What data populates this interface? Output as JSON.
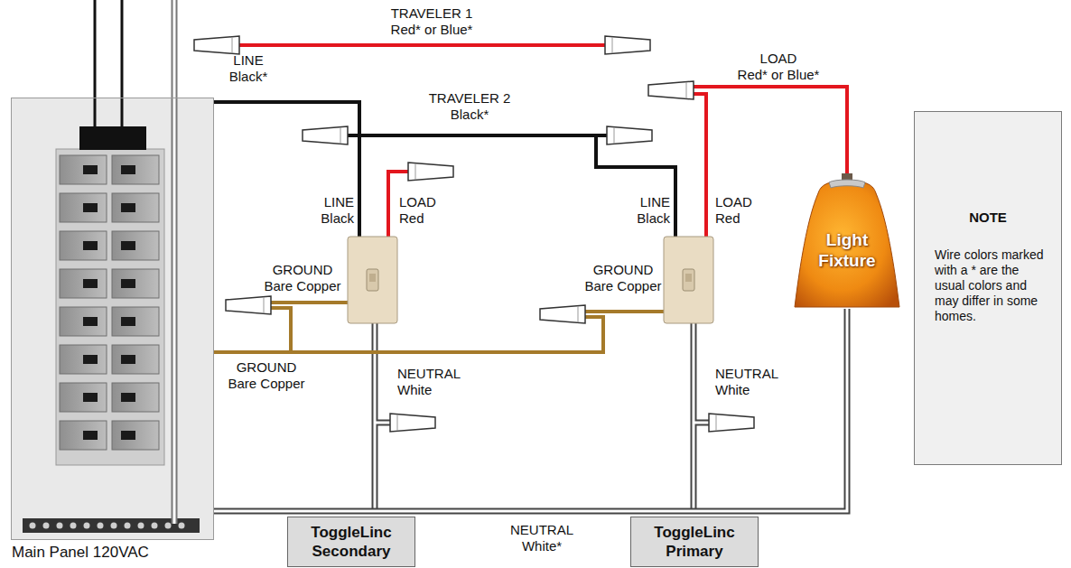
{
  "diagram": {
    "nodes": [
      {
        "text": [
          "Main Panel 120VAC"
        ]
      },
      {
        "text": [
          "Light Fixture"
        ]
      },
      {
        "text": [
          "NOTE",
          "Wire colors marked with a * are the usual colors and may differ in some homes."
        ]
      },
      {
        "text": [
          "ToggleLinc Secondary"
        ]
      },
      {
        "text": [
          "ToggleLinc Primary"
        ]
      }
    ],
    "edges": [
      {
        "from": 0,
        "to": 1,
        "arrow": "none"
      }
    ],
    "labels": [
      "TRAVELER 1 Red* or Blue*",
      "LINE Black*",
      "TRAVELER 2 Black*",
      "LOAD Red* or Blue*",
      "LINE Black",
      "LOAD Red",
      "GROUND Bare Copper",
      "GROUND Bare Copper",
      "NEUTRAL White",
      "LINE Black",
      "LOAD Red",
      "GROUND Bare Copper",
      "NEUTRAL White",
      "NEUTRAL White*"
    ]
  }
}
